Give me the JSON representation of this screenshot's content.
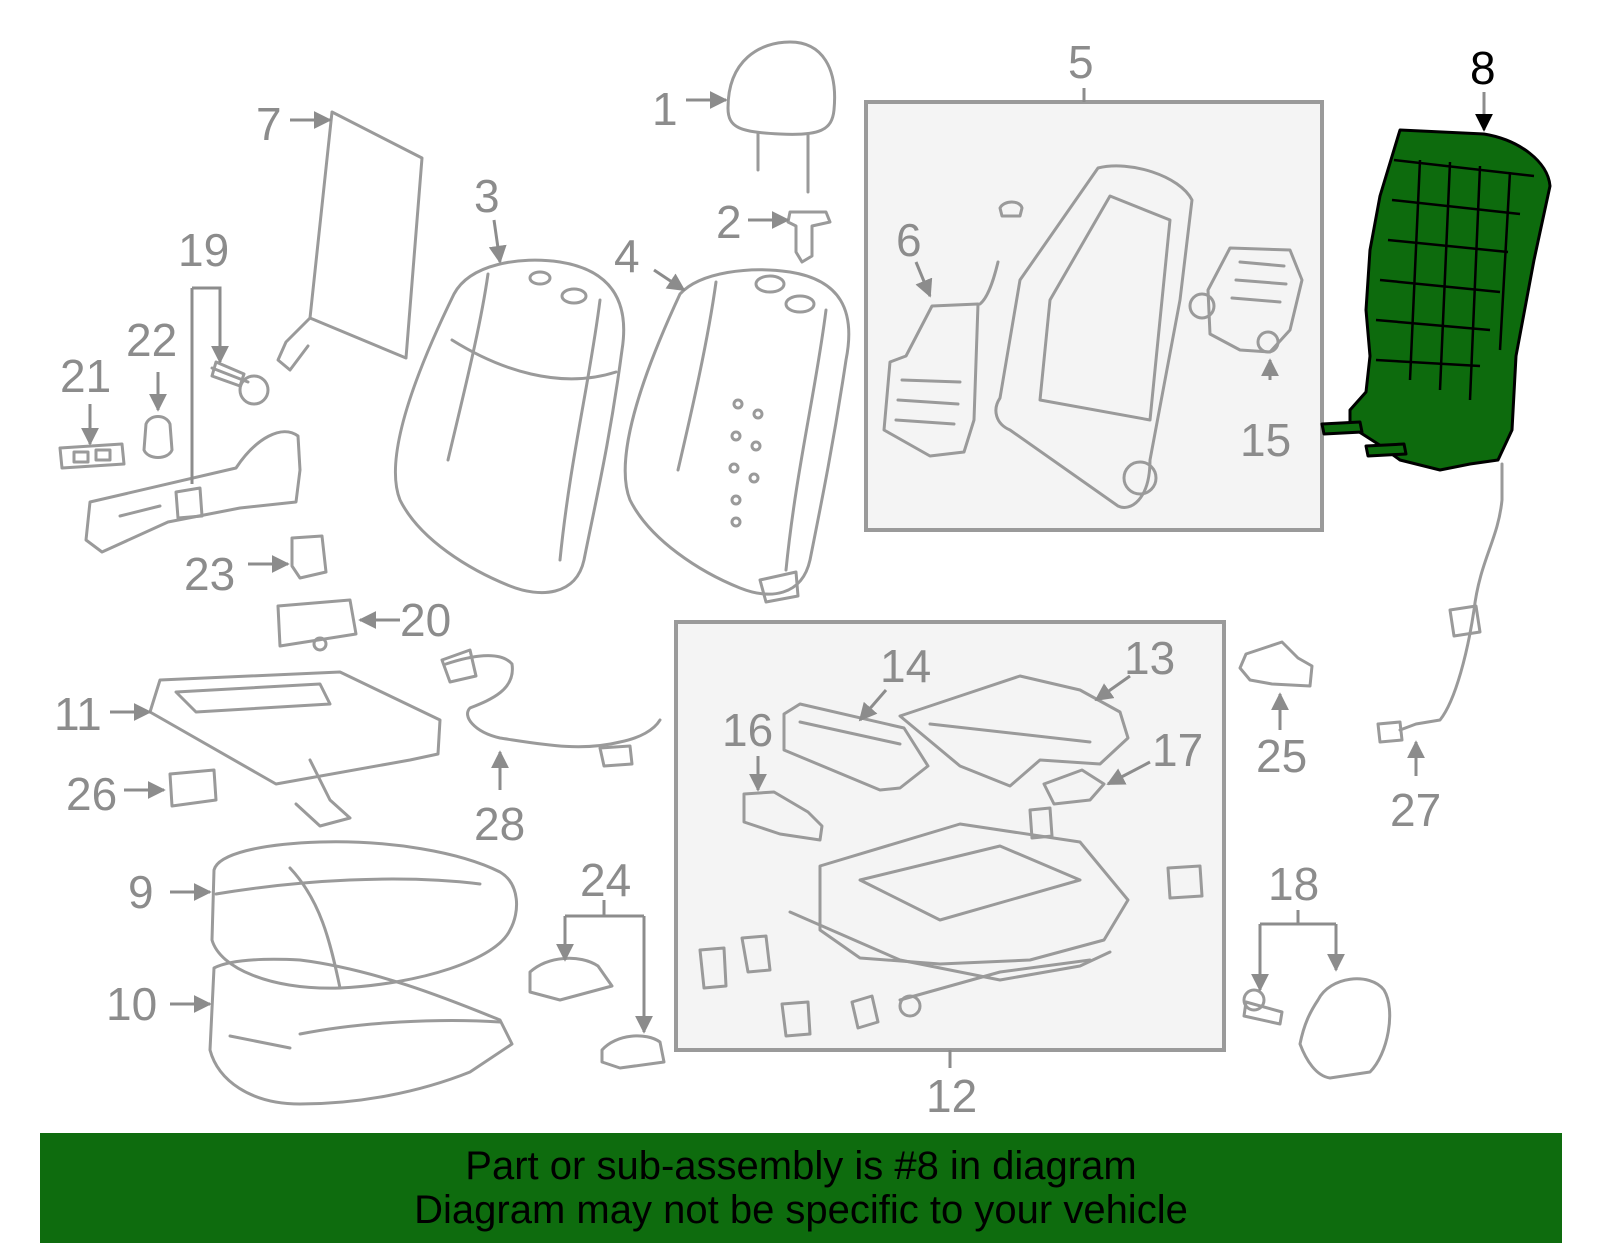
{
  "diagram": {
    "highlighted_part": "8",
    "highlight_color": "#0d6b0d",
    "callouts": [
      "1",
      "2",
      "3",
      "4",
      "5",
      "6",
      "7",
      "8",
      "9",
      "10",
      "11",
      "12",
      "13",
      "14",
      "15",
      "16",
      "17",
      "18",
      "19",
      "20",
      "21",
      "22",
      "23",
      "24",
      "25",
      "26",
      "27",
      "28"
    ]
  },
  "banner": {
    "line1": "Part or sub-assembly is #8 in diagram",
    "line2": "Diagram may not be specific to your vehicle",
    "background": "#0e6c0e"
  }
}
